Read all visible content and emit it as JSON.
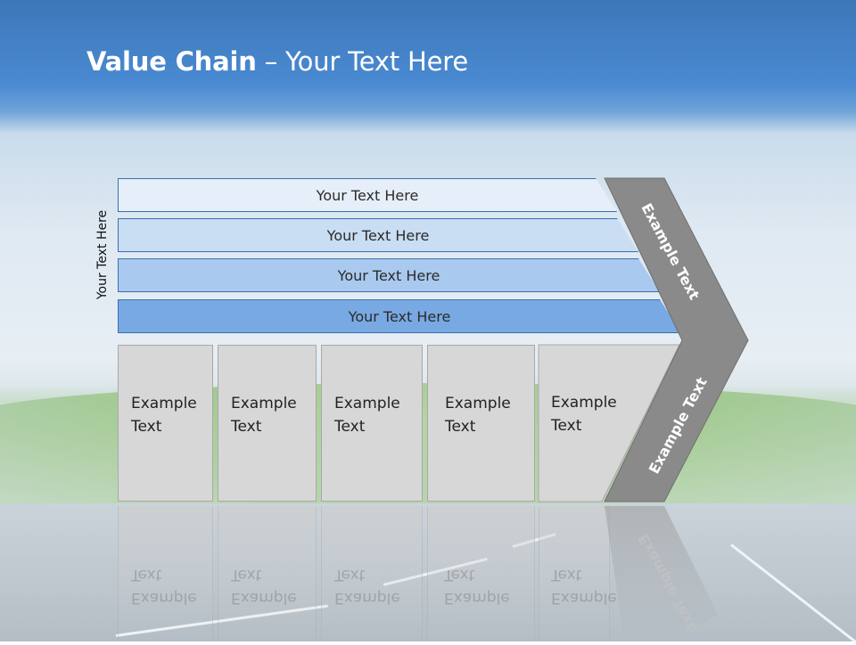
{
  "slide": {
    "title_bold": "Value Chain",
    "title_rest": " – Your Text Here",
    "side_label": "Your Text Here",
    "bands": [
      {
        "label": "Your Text Here",
        "color": "#e6eff9"
      },
      {
        "label": "Your Text Here",
        "color": "#c9ddf3"
      },
      {
        "label": "Your Text Here",
        "color": "#a9c9ee"
      },
      {
        "label": "Your Text Here",
        "color": "#78a9e2"
      }
    ],
    "activities": [
      {
        "line1": "Example",
        "line2": "Text"
      },
      {
        "line1": "Example",
        "line2": "Text"
      },
      {
        "line1": "Example",
        "line2": "Text"
      },
      {
        "line1": "Example",
        "line2": "Text"
      },
      {
        "line1": "Example",
        "line2": "Text"
      }
    ],
    "chevron_top_text": "Example Text",
    "chevron_bottom_text": "Example Text",
    "chevron_color": "#8a8a8a"
  }
}
